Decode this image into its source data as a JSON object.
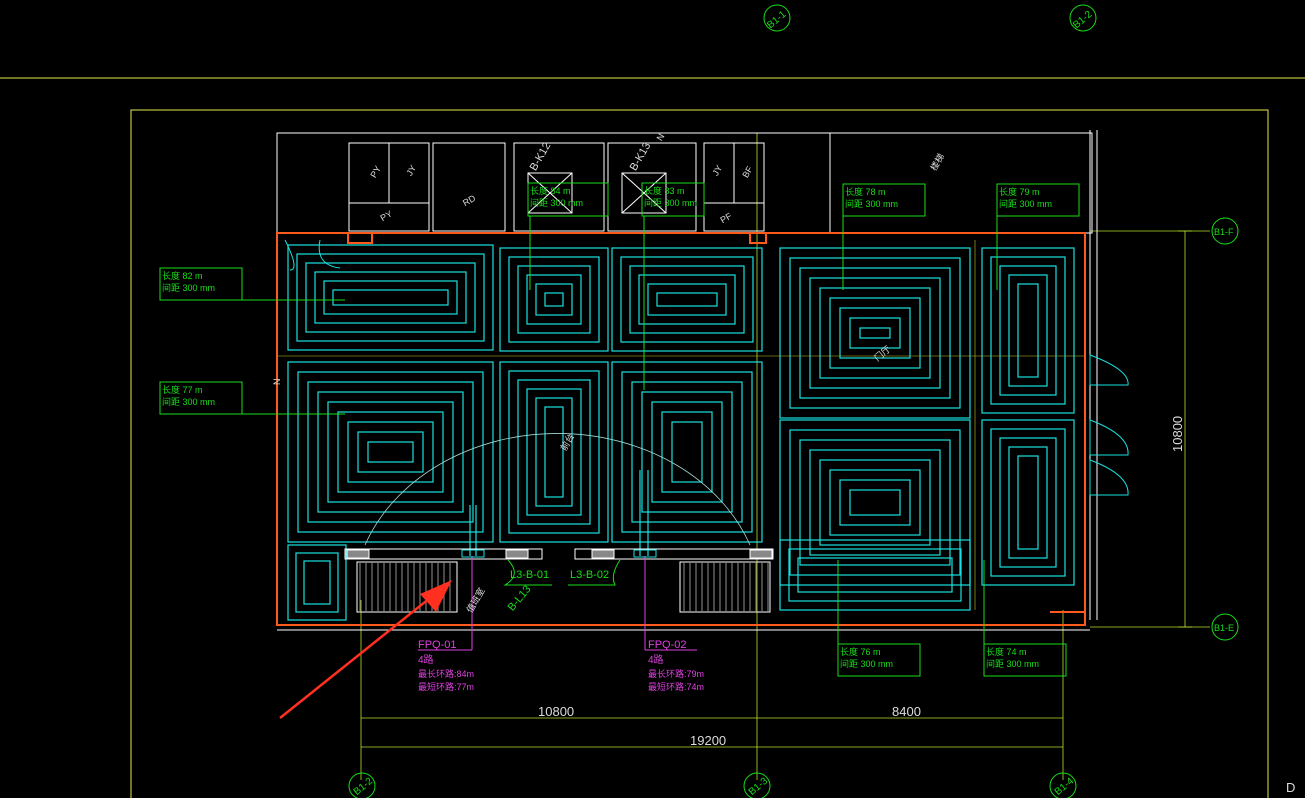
{
  "axes": {
    "top": [
      "B1-1",
      "B1-2"
    ],
    "right": [
      "B1-F",
      "B1-E"
    ],
    "bottom": [
      "B1-2",
      "B1-3",
      "B1-4"
    ]
  },
  "dimensions": {
    "span_a": "10800",
    "span_b": "8400",
    "total": "19200",
    "vertical": "10800"
  },
  "room_tags": {
    "top_rooms": [
      "PY",
      "JY",
      "PY",
      "RD",
      "JY",
      "BF",
      "PF"
    ],
    "shafts": [
      "B-K12",
      "B-K13"
    ],
    "room_a": "前台",
    "room_b": "门厅",
    "room_c": "值班室",
    "right_top": "楼梯",
    "level_mark": "N"
  },
  "loop_notes": [
    {
      "length": "长度 82 m",
      "spacing": "间距 300 mm"
    },
    {
      "length": "长度 77 m",
      "spacing": "间距 300 mm"
    },
    {
      "length": "长度 84 m",
      "spacing": "间距 300 mm"
    },
    {
      "length": "长度 83 m",
      "spacing": "间距 300 mm"
    },
    {
      "length": "长度 78 m",
      "spacing": "间距 300 mm"
    },
    {
      "length": "长度 79 m",
      "spacing": "间距 300 mm"
    },
    {
      "length": "长度 76 m",
      "spacing": "间距 300 mm"
    },
    {
      "length": "长度 74 m",
      "spacing": "间距 300 mm"
    }
  ],
  "risers": [
    "L3-B-01",
    "L3-B-02",
    "B-L13"
  ],
  "manifolds": [
    {
      "id": "FPQ-01",
      "loops": "4路",
      "longest": "最长环路:84m",
      "shortest": "最短环路:77m"
    },
    {
      "id": "FPQ-02",
      "loops": "4路",
      "longest": "最长环路:79m",
      "shortest": "最短环路:74m"
    }
  ],
  "corner_mark": "D",
  "colors": {
    "pipe": "#19e1e1",
    "wall": "#ffffff",
    "border": "#e8e84a",
    "outline": "#ff5a1e",
    "note": "#19dd19",
    "manifold": "#e040e0",
    "arrow": "#ff3020",
    "grid": "#b4e12a"
  }
}
